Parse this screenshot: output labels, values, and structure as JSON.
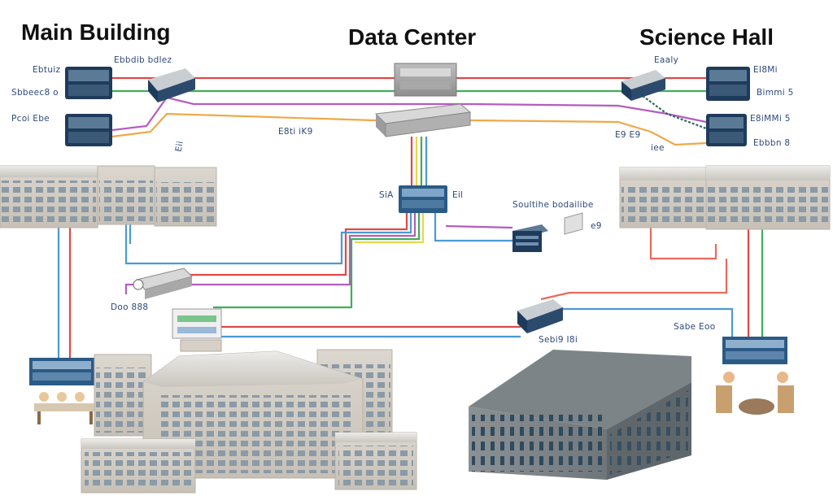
{
  "titles": {
    "main_building": "Main Building",
    "data_center": "Data Center",
    "science_hall": "Science Hall"
  },
  "labels": {
    "mb_top_left": "Ebtuiz",
    "mb_top_mid": "Ebbdib bdlez",
    "mb_mid_left": "Sbbeec8 o",
    "mb_bot_left": "Pcoi Ebe",
    "mb_vertical": "Eii",
    "dc_mid": "E8ti iK9",
    "dc_sw_left": "SiA",
    "dc_sw_right": "Eil",
    "remote_label": "Soultihe bodailibe",
    "remote_side": "e9",
    "mb_lower_left": "Doo 888",
    "sh_top": "Eaaly",
    "sh_right_1": "EI8Mi",
    "sh_right_2": "Bimmi 5",
    "sh_right_3": "E8iMMi 5",
    "sh_right_4": "Ebbbn 8",
    "sh_mid_left": "E9 E9",
    "sh_mid_left2": "iee",
    "sh_lower": "Sabe Eoo",
    "center_lower": "Sebi9 I8i"
  },
  "colors": {
    "red": "#e04848",
    "green": "#3fae5a",
    "blue": "#4a9ad6",
    "purple": "#b45cc0",
    "orange": "#f0a848",
    "yellow": "#e6d84a",
    "device_dark": "#1f3b5c",
    "device_gray": "#9a9a9a",
    "building": "#d9d4cc"
  }
}
